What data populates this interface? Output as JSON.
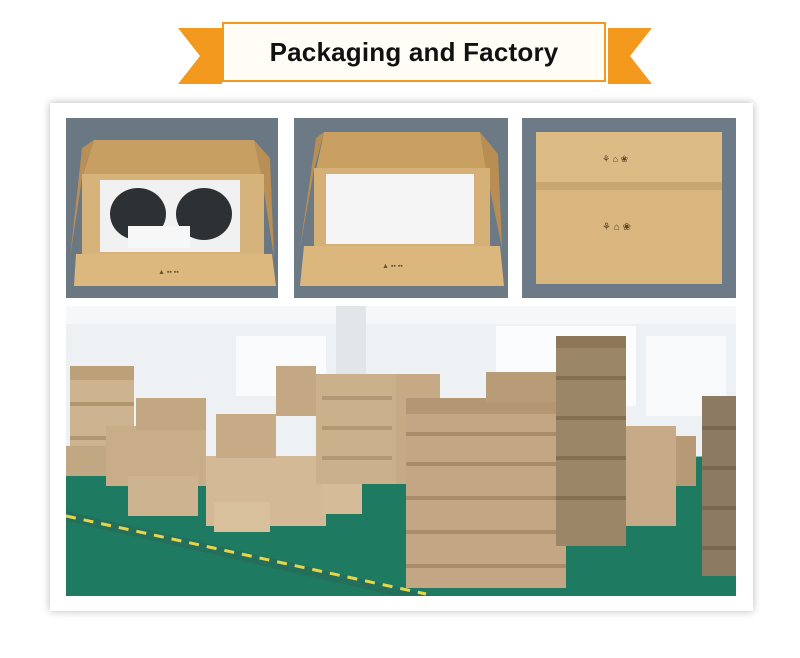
{
  "header": {
    "title": "Packaging and Factory"
  },
  "photos": {
    "open_box_with_foam": "photo",
    "open_box_empty": "photo",
    "sealed_box": "photo",
    "warehouse": "photo"
  },
  "colors": {
    "ribbon": "#f39a1e",
    "cardboard": "#d9b57c",
    "floor": "#1f7a62"
  }
}
